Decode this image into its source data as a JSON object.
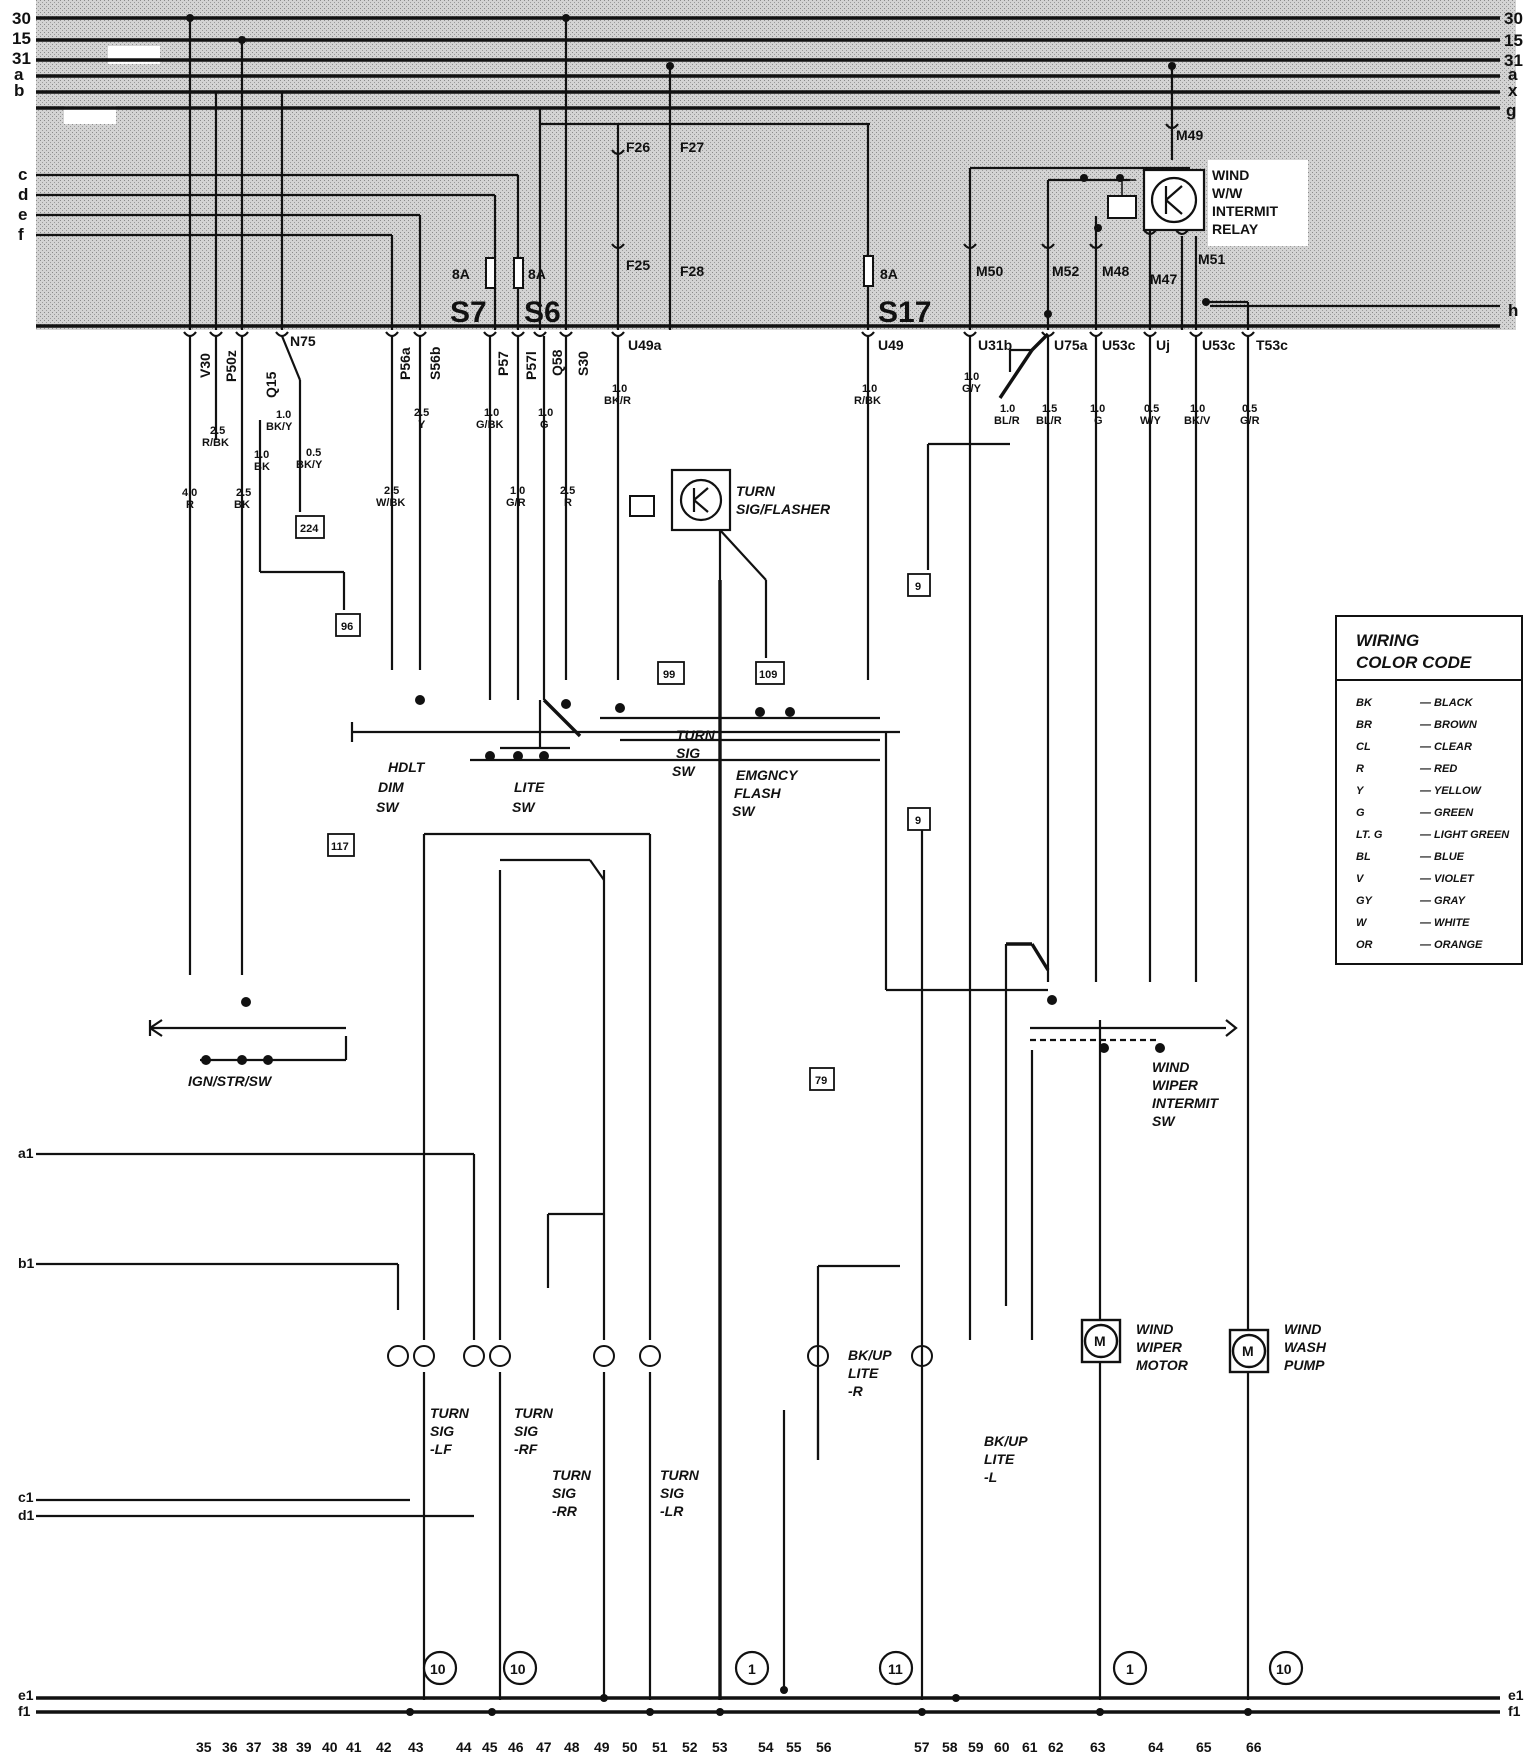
{
  "bus_left": [
    "30",
    "15",
    "31",
    "a",
    "b"
  ],
  "bus_right": [
    "30",
    "15",
    "31",
    "a",
    "x",
    "g"
  ],
  "row_left": [
    "c",
    "d",
    "e",
    "f"
  ],
  "row_right": [
    "h"
  ],
  "left_ext": [
    "a1",
    "b1",
    "c1",
    "d1",
    "e1",
    "f1"
  ],
  "right_ext": [
    "e1",
    "f1"
  ],
  "fuses": {
    "s7_amp": "8A",
    "s7": "S7",
    "s6_amp": "8A",
    "s6": "S6",
    "s17_amp": "8A",
    "s17": "S17",
    "f26": "F26",
    "f27": "F27",
    "f25": "F25",
    "f28": "F28"
  },
  "relay_pins": {
    "m49": "M49",
    "m50": "M50",
    "m52": "M52",
    "m48": "M48",
    "m47": "M47",
    "m51": "M51"
  },
  "connectors_top": [
    "V30",
    "P50z",
    "Q15",
    "N75",
    "P56a",
    "S56b",
    "P57",
    "P57l",
    "Q58",
    "S30",
    "U49a",
    "U49",
    "U31b",
    "U75a",
    "U53c",
    "Uj",
    "U53c",
    "T53c"
  ],
  "wire_specs": [
    "4.0",
    "R",
    "2.5",
    "R/BK",
    "2.5",
    "BK",
    "1.0",
    "BK",
    "1.0",
    "BK/Y",
    "0.5",
    "BK/Y",
    "2.5",
    "W/BK",
    "2.5",
    "Y",
    "1.0",
    "G/BK",
    "1.0",
    "G/R",
    "1.0",
    "G",
    "2.5",
    "R",
    "1.0",
    "BK/R",
    "1.0",
    "R/BK",
    "1.0",
    "G/Y",
    "1.0",
    "BL/R",
    "1.5",
    "BL/R",
    "1.0",
    "G",
    "0.5",
    "W/Y",
    "1.0",
    "BK/V",
    "0.5",
    "G/R"
  ],
  "components": {
    "wind_relay": [
      "WIND",
      "W/W",
      "INTERMIT",
      "RELAY"
    ],
    "turn_flasher": [
      "TURN",
      "SIG/FLASHER"
    ],
    "hdlt_dim": [
      "HDLT",
      "DIM",
      "SW"
    ],
    "lite_sw": [
      "LITE",
      "SW"
    ],
    "turn_sig_sw": [
      "TURN",
      "SIG",
      "SW"
    ],
    "emgncy": [
      "EMGNCY",
      "FLASH",
      "SW"
    ],
    "ign": "IGN/STR/SW",
    "wiper_sw": [
      "WIND",
      "WIPER",
      "INTERMIT",
      "SW"
    ],
    "wiper_motor": [
      "WIND",
      "WIPER",
      "MOTOR"
    ],
    "wash_pump": [
      "WIND",
      "WASH",
      "PUMP"
    ],
    "ts_lf": [
      "TURN",
      "SIG",
      "-LF"
    ],
    "ts_rf": [
      "TURN",
      "SIG",
      "-RF"
    ],
    "ts_rr": [
      "TURN",
      "SIG",
      "-RR"
    ],
    "ts_lr": [
      "TURN",
      "SIG",
      "-LR"
    ],
    "bkup_r": [
      "BK/UP",
      "LITE",
      "-R"
    ],
    "bkup_l": [
      "BK/UP",
      "LITE",
      "-L"
    ]
  },
  "refs": [
    "224",
    "96",
    "99",
    "109",
    "9",
    "117",
    "9",
    "79"
  ],
  "grounds": [
    "10",
    "10",
    "1",
    "11",
    "1",
    "10"
  ],
  "legend": {
    "title1": "WIRING",
    "title2": "COLOR CODE",
    "rows": [
      {
        "code": "BK",
        "name": "BLACK"
      },
      {
        "code": "BR",
        "name": "BROWN"
      },
      {
        "code": "CL",
        "name": "CLEAR"
      },
      {
        "code": "R",
        "name": "RED"
      },
      {
        "code": "Y",
        "name": "YELLOW"
      },
      {
        "code": "G",
        "name": "GREEN"
      },
      {
        "code": "LT. G",
        "name": "LIGHT GREEN"
      },
      {
        "code": "BL",
        "name": "BLUE"
      },
      {
        "code": "V",
        "name": "VIOLET"
      },
      {
        "code": "GY",
        "name": "GRAY"
      },
      {
        "code": "W",
        "name": "WHITE"
      },
      {
        "code": "OR",
        "name": "ORANGE"
      }
    ]
  },
  "grid_numbers": [
    "35",
    "36",
    "37",
    "38",
    "39",
    "40",
    "41",
    "42",
    "43",
    "44",
    "45",
    "46",
    "47",
    "48",
    "49",
    "50",
    "51",
    "52",
    "53",
    "54",
    "55",
    "56",
    "57",
    "58",
    "59",
    "60",
    "61",
    "62",
    "63",
    "64",
    "65",
    "66"
  ],
  "colors": {
    "ink": "#111111",
    "panel": "#cfcfcf",
    "paper": "#ffffff"
  }
}
